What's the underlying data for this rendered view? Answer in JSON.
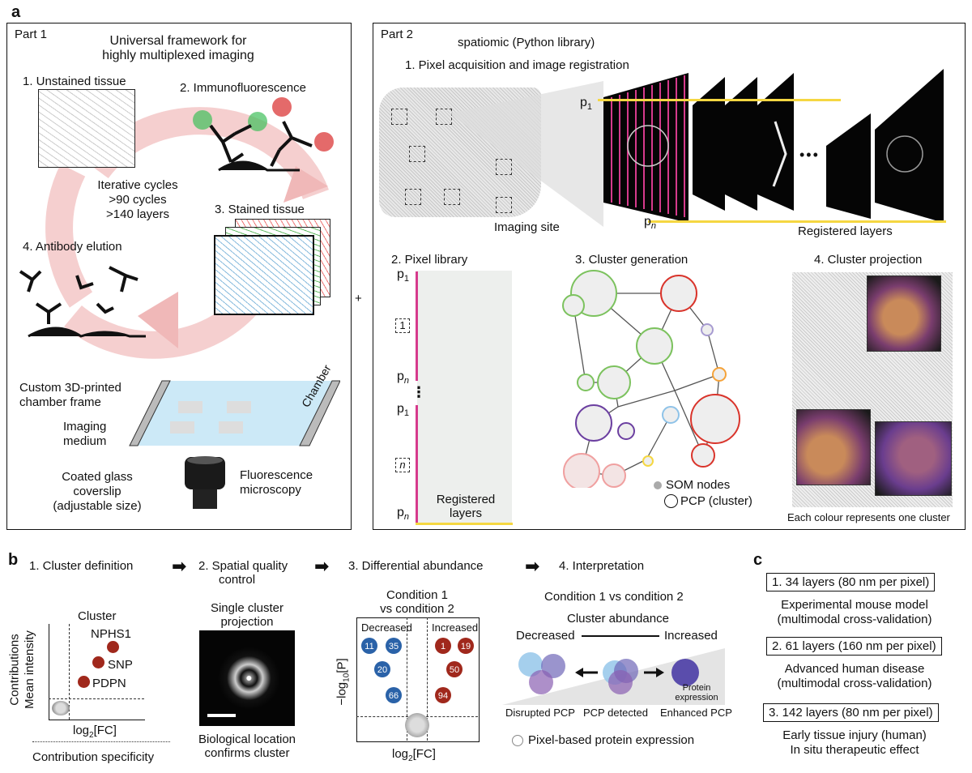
{
  "panel_a": {
    "letter": "a",
    "part1": {
      "title": "Part 1",
      "heading_line1": "Universal framework for",
      "heading_line2": "highly multiplexed imaging",
      "step1": "1.  Unstained tissue",
      "step2": "2.  Immunofluorescence",
      "step3": "3.  Stained tissue",
      "step4": "4.  Antibody elution",
      "cycles_line1": "Iterative cycles",
      "cycles_line2": ">90 cycles",
      "cycles_line3": ">140 layers",
      "chamber_frame_line1": "Custom 3D-printed",
      "chamber_frame_line2": "chamber frame",
      "medium_line1": "Imaging",
      "medium_line2": "medium",
      "chamber": "Chamber",
      "coverslip_line1": "Coated glass",
      "coverslip_line2": "coverslip",
      "coverslip_line3": "(adjustable size)",
      "microscopy_line1": "Fluorescence",
      "microscopy_line2": "microscopy"
    },
    "plus": "+",
    "part2": {
      "title": "Part 2",
      "library": "spatiomic (Python library)",
      "step1": "1. Pixel acquisition and image registration",
      "imaging_site": "Imaging site",
      "p1": "p",
      "pn": "p",
      "sub1": "1",
      "subn": "n",
      "ellipsis": "•••",
      "registered_layers": "Registered layers",
      "step2": "2. Pixel library",
      "lib_box1": "1",
      "lib_boxn": "n",
      "lib_dots": "⋮",
      "lib_registered_line1": "Registered",
      "lib_registered_line2": "layers",
      "step3": "3. Cluster generation",
      "legend_som": "SOM nodes",
      "legend_pcp": "PCP (cluster)",
      "step4": "4. Cluster projection",
      "caption": "Each colour represents one cluster"
    }
  },
  "panel_b": {
    "letter": "b",
    "step1": "1. Cluster definition",
    "step2_line1": "2. Spatial quality",
    "step2_line2": "control",
    "step3": "3. Differential abundance",
    "step4": "4. Interpretation",
    "arrow": "➡",
    "cluster_title": "Cluster",
    "genes": [
      "NPHS1",
      "SNP",
      "PDPN"
    ],
    "ylabel_line1": "Contributions",
    "ylabel_line2": "Mean intensity",
    "xlabel_main": "log",
    "xlabel_sub": "2",
    "xlabel_rest": "[FC]",
    "xaxis_caption": "Contribution specificity",
    "projection_line1": "Single cluster",
    "projection_line2": "projection",
    "bio_line1": "Biological location",
    "bio_line2": "confirms cluster",
    "condition_line1": "Condition 1",
    "condition_line2": "vs condition 2",
    "decreased": "Decreased",
    "increased": "Increased",
    "volcano_ylabel": "−log",
    "volcano_ylabel_sub": "10",
    "volcano_ylabel_rest": "[P]",
    "blue_labels": [
      "11",
      "35",
      "20",
      "66"
    ],
    "red_labels": [
      "1",
      "19",
      "50",
      "94"
    ],
    "interp_title": "Condition 1 vs condition 2",
    "abundance": "Cluster abundance",
    "interp_decreased": "Decreased",
    "interp_increased": "Increased",
    "protein_line1": "Protein",
    "protein_line2": "expression",
    "disrupted": "Disrupted PCP",
    "detected": "PCP detected",
    "enhanced": "Enhanced PCP",
    "pixel_legend": "Pixel-based protein expression"
  },
  "panel_c": {
    "letter": "c",
    "items": [
      {
        "box": "1. 34 layers (80 nm per pixel)",
        "line1": "Experimental mouse model",
        "line2": "(multimodal cross-validation)"
      },
      {
        "box": "2. 61 layers (160 nm per pixel)",
        "line1": "Advanced human disease",
        "line2": "(multimodal cross-validation)"
      },
      {
        "box": "3. 142 layers (80 nm per pixel)",
        "line1": "Early tissue injury (human)",
        "line2": "In situ therapeutic effect"
      }
    ]
  },
  "colors": {
    "magenta": "#d63a8c",
    "yellow": "#f5d742",
    "green": "#7cc25e",
    "red_cluster": "#d9342b",
    "purple": "#6b3fa0",
    "blue_dot": "#2a62a8",
    "red_dot": "#a0281c",
    "light_blue": "#8fc3e8"
  }
}
